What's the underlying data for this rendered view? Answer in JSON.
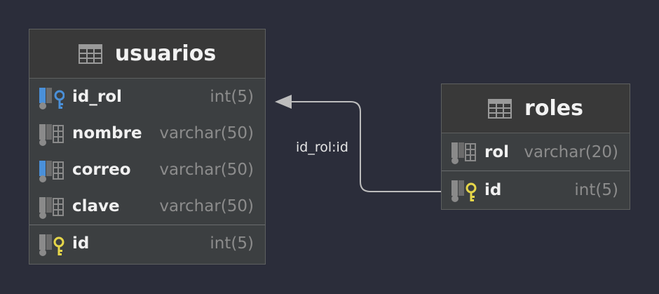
{
  "tables": {
    "usuarios": {
      "name": "usuarios",
      "columns": [
        {
          "name": "id_rol",
          "type": "int(5)",
          "icon": "foreign-key-column-icon"
        },
        {
          "name": "nombre",
          "type": "varchar(50)",
          "icon": "column-icon"
        },
        {
          "name": "correo",
          "type": "varchar(50)",
          "icon": "indexed-column-icon"
        },
        {
          "name": "clave",
          "type": "varchar(50)",
          "icon": "column-icon"
        }
      ],
      "primary_key": {
        "name": "id",
        "type": "int(5)",
        "icon": "primary-key-column-icon"
      }
    },
    "roles": {
      "name": "roles",
      "columns": [
        {
          "name": "rol",
          "type": "varchar(20)",
          "icon": "column-icon"
        }
      ],
      "primary_key": {
        "name": "id",
        "type": "int(5)",
        "icon": "primary-key-column-icon"
      }
    }
  },
  "relation": {
    "label": "id_rol:id"
  },
  "colors": {
    "background": "#2b2d3a",
    "table_body": "#3c3f41",
    "foreign_key_blue": "#4a90d9",
    "primary_key_yellow": "#e6d64a",
    "connector": "#bdbdbd"
  }
}
